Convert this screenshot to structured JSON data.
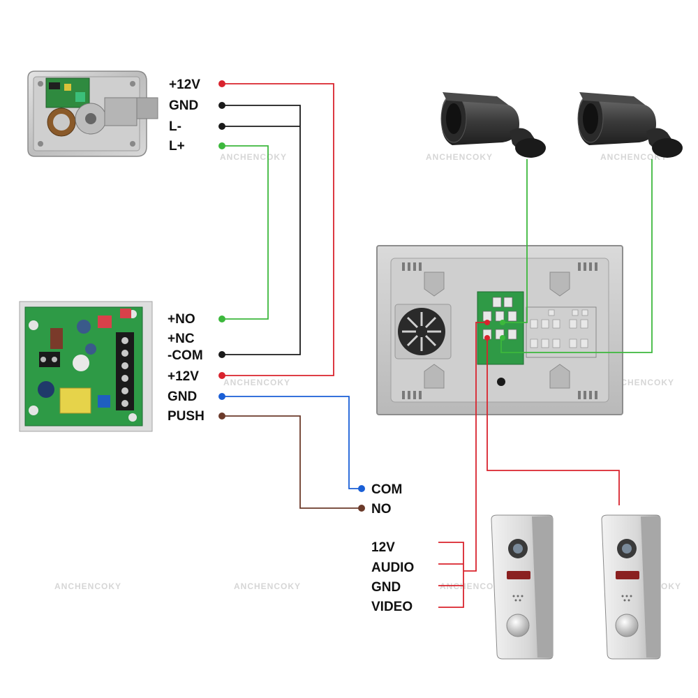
{
  "watermark": "ANCHENCOKY",
  "lock": {
    "terminals": [
      "+12V",
      "GND",
      "L-",
      "L+"
    ]
  },
  "power_supply": {
    "terminals": [
      "+NO",
      "+NC",
      "-COM",
      "+12V",
      "GND",
      "PUSH"
    ]
  },
  "exit_button": {
    "terminals": [
      "COM",
      "NO"
    ]
  },
  "door_station": {
    "terminals": [
      "12V",
      "AUDIO",
      "GND",
      "VIDEO"
    ]
  },
  "colors": {
    "red": "#d9232d",
    "black": "#1a1a1a",
    "green": "#3cb83c",
    "blue": "#1a5fd6",
    "brown": "#6b3a2a",
    "com_label": "#1a5fd6",
    "no_label": "#5a3428"
  }
}
